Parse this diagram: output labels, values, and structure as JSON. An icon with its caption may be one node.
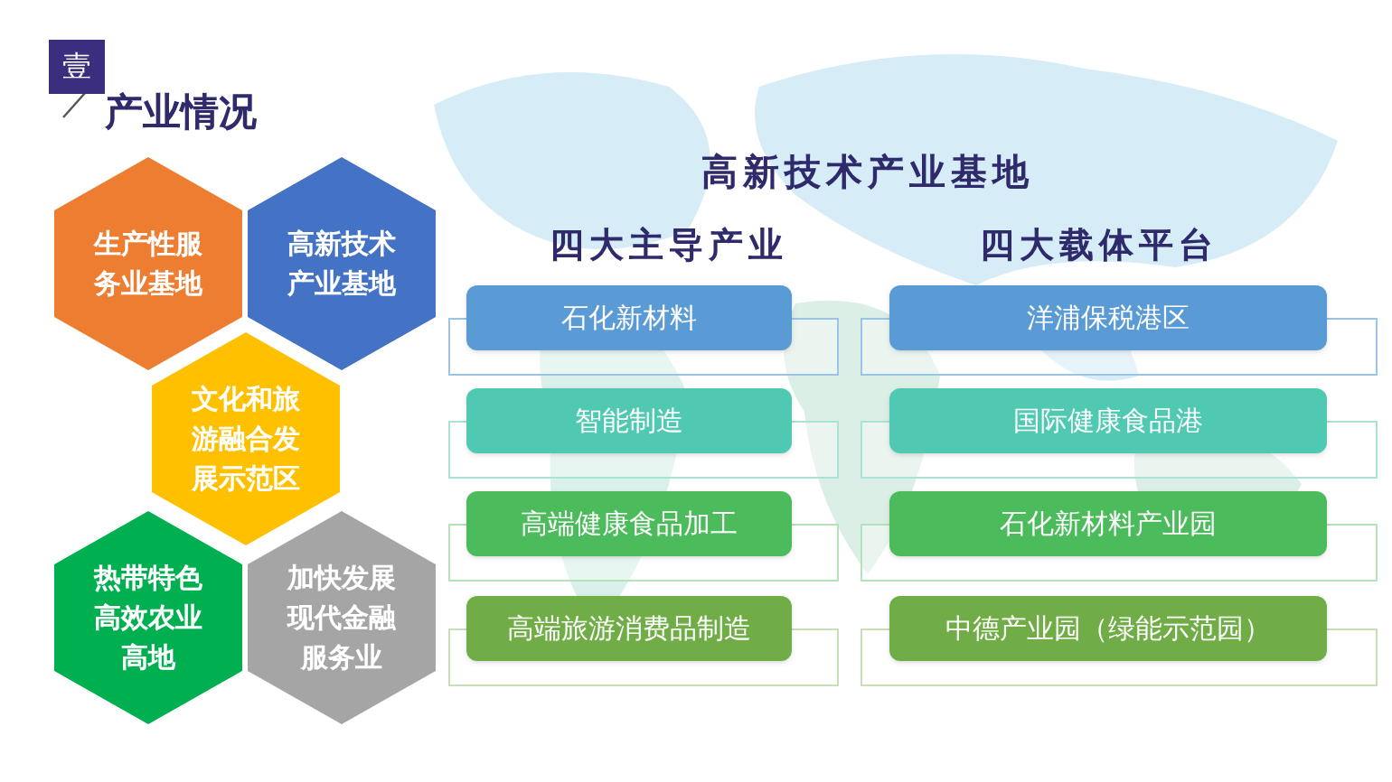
{
  "diagram": {
    "title": "产业情况",
    "nodes": [
      {
        "text": [
          "壹"
        ]
      },
      {
        "text": [
          "生产性服务业基地"
        ]
      },
      {
        "text": [
          "高新技术产业基地"
        ]
      },
      {
        "text": [
          "文化和旅游融合发展示范区"
        ]
      },
      {
        "text": [
          "热带特色高效农业高地"
        ]
      },
      {
        "text": [
          "加快发展现代金融服务业"
        ]
      },
      {
        "text": [
          "石化新材料"
        ]
      },
      {
        "text": [
          "智能制造"
        ]
      },
      {
        "text": [
          "高端健康食品加工"
        ]
      },
      {
        "text": [
          "高端旅游消费品制造"
        ]
      },
      {
        "text": [
          "洋浦保税港区"
        ]
      },
      {
        "text": [
          "国际健康食品港"
        ]
      },
      {
        "text": [
          "石化新材料产业园"
        ]
      },
      {
        "text": [
          "中德产业园（绿能示范园）"
        ]
      }
    ],
    "labels": [
      "高新技术产业基地",
      "四大主导产业",
      "四大载体平台"
    ]
  }
}
